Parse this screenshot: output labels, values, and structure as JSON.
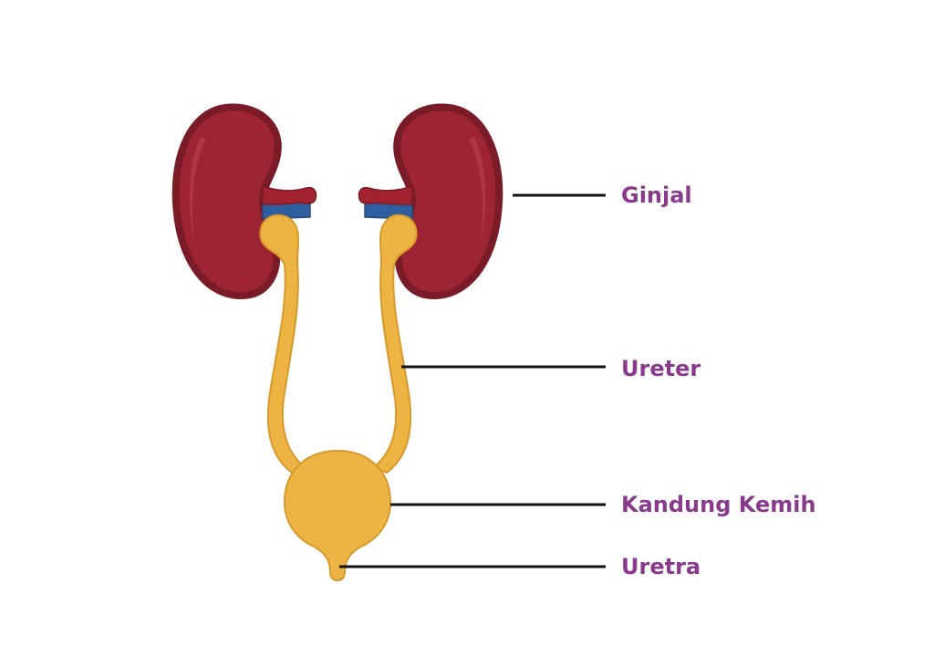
{
  "labels": {
    "kidney": "Ginjal",
    "ureter": "Ureter",
    "bladder": "Kandung Kemih",
    "urethra": "Uretra"
  },
  "colors": {
    "kidney_fill": "#9e2433",
    "kidney_outline": "#7a1b28",
    "kidney_highlight": "#b33a48",
    "artery": "#a3222f",
    "vein": "#2e5e9e",
    "urine_tract_fill": "#eeb443",
    "urine_tract_outline": "#d69a2c",
    "label_text": "#8a3a8c",
    "leader_line": "#111111"
  }
}
